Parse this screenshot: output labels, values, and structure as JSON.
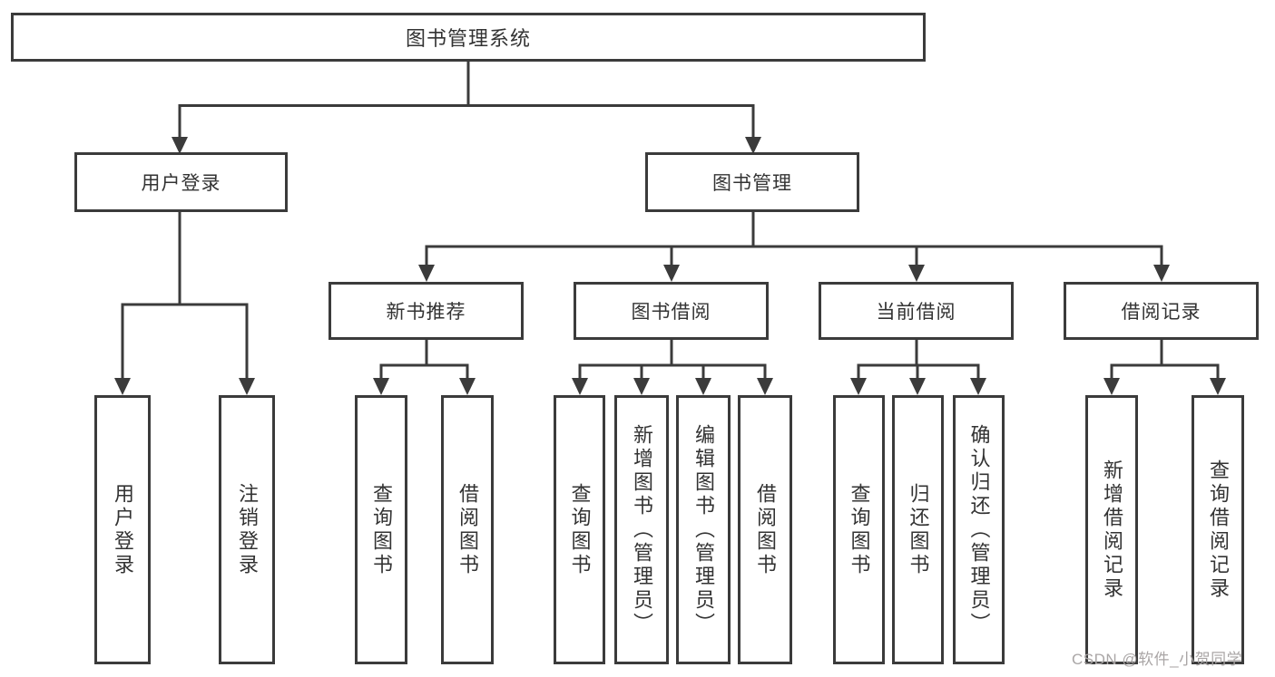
{
  "root": {
    "label": "图书管理系统"
  },
  "level2": [
    {
      "label": "用户登录"
    },
    {
      "label": "图书管理"
    }
  ],
  "level3": [
    {
      "parent": "图书管理",
      "label": "新书推荐"
    },
    {
      "parent": "图书管理",
      "label": "图书借阅"
    },
    {
      "parent": "图书管理",
      "label": "当前借阅"
    },
    {
      "parent": "图书管理",
      "label": "借阅记录"
    }
  ],
  "leaves": [
    {
      "parent": "用户登录",
      "label": "用户登录"
    },
    {
      "parent": "用户登录",
      "label": "注销登录"
    },
    {
      "parent": "新书推荐",
      "label": "查询图书"
    },
    {
      "parent": "新书推荐",
      "label": "借阅图书"
    },
    {
      "parent": "图书借阅",
      "label": "查询图书"
    },
    {
      "parent": "图书借阅",
      "label": "新增图书（管理员）"
    },
    {
      "parent": "图书借阅",
      "label": "编辑图书（管理员）"
    },
    {
      "parent": "图书借阅",
      "label": "借阅图书"
    },
    {
      "parent": "当前借阅",
      "label": "查询图书"
    },
    {
      "parent": "当前借阅",
      "label": "归还图书"
    },
    {
      "parent": "当前借阅",
      "label": "确认归还（管理员）"
    },
    {
      "parent": "借阅记录",
      "label": "新增借阅记录"
    },
    {
      "parent": "借阅记录",
      "label": "查询借阅记录"
    }
  ],
  "watermark": "CSDN @软件_小贺同学",
  "colors": {
    "line": "#3b3b3b",
    "box_border": "#3b3b3b",
    "box_fill": "#ffffff",
    "text": "#333333",
    "watermark": "#aaa6a6"
  }
}
